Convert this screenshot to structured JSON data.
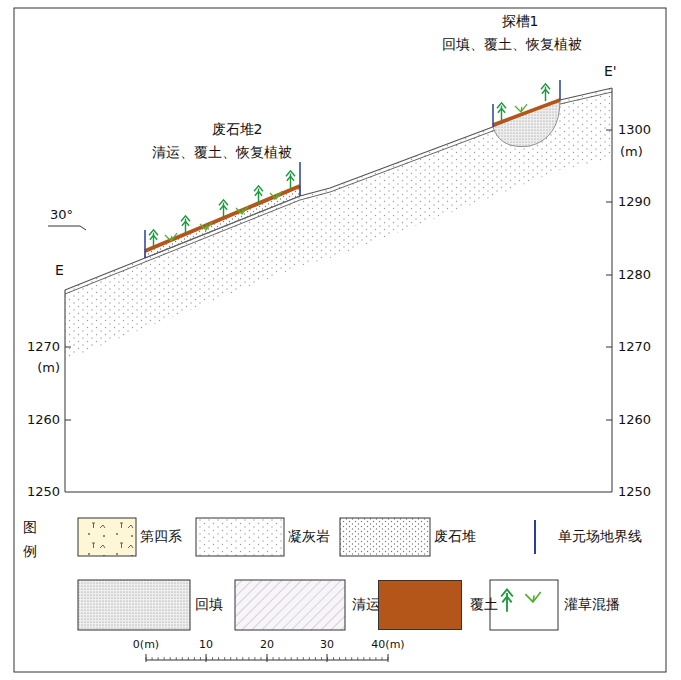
{
  "diagram": {
    "labels": [
      "探槽1",
      "回填、覆土、恢复植被",
      "E'",
      "废石堆2",
      "清运、覆土、恢复植被",
      "30°",
      "E",
      "1300",
      "(m)",
      "1290",
      "1280",
      "1270",
      "1260",
      "1250",
      "1270",
      "(m)",
      "1260",
      "1250",
      "图",
      "例",
      "0(m)",
      "10",
      "20",
      "30",
      "40(m)"
    ],
    "legend": [
      {
        "text": "第四系"
      },
      {
        "text": "凝灰岩"
      },
      {
        "text": "废石堆"
      },
      {
        "text": "单元场地界线"
      },
      {
        "text": "回填"
      },
      {
        "text": "清运"
      },
      {
        "text": "覆土",
        "color": "#b4561a"
      },
      {
        "text": "灌草混播"
      }
    ]
  }
}
